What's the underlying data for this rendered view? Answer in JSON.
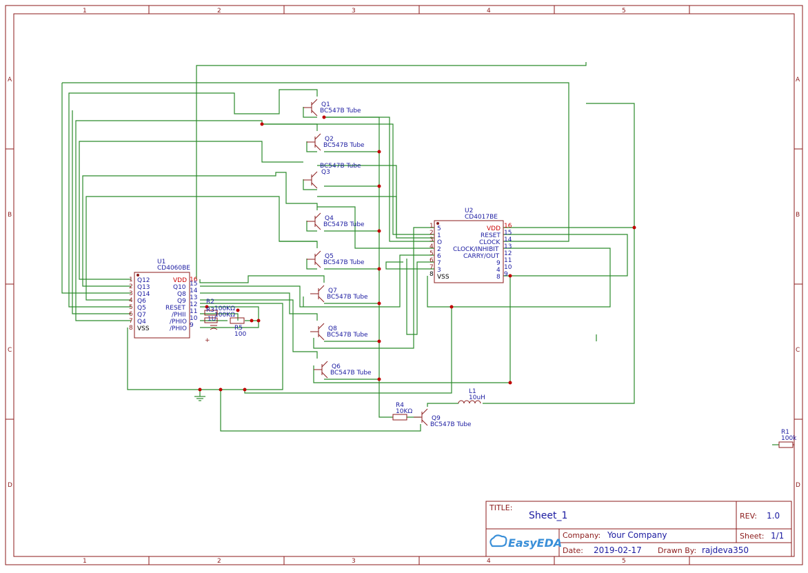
{
  "frame": {
    "columns": [
      "1",
      "2",
      "3",
      "4",
      "5"
    ],
    "rows": [
      "A",
      "B",
      "C",
      "D"
    ]
  },
  "title_block": {
    "title_label": "TITLE:",
    "title": "Sheet_1",
    "rev_label": "REV:",
    "rev": "1.0",
    "company_label": "Company:",
    "company": "Your Company",
    "sheet_label": "Sheet:",
    "sheet": "1/1",
    "date_label": "Date:",
    "date": "2019-02-17",
    "drawn_label": "Drawn By:",
    "drawn_by": "rajdeva350",
    "logo": "EasyEDA"
  },
  "u1": {
    "ref": "U1",
    "part": "CD4060BE",
    "left_pins": [
      {
        "num": "1",
        "name": "Q12"
      },
      {
        "num": "2",
        "name": "Q13"
      },
      {
        "num": "3",
        "name": "Q14"
      },
      {
        "num": "4",
        "name": "Q6"
      },
      {
        "num": "5",
        "name": "Q5"
      },
      {
        "num": "6",
        "name": "Q7"
      },
      {
        "num": "7",
        "name": "Q4"
      },
      {
        "num": "8",
        "name": "VSS"
      }
    ],
    "right_pins": [
      {
        "num": "16",
        "name": "VDD"
      },
      {
        "num": "15",
        "name": "Q10"
      },
      {
        "num": "14",
        "name": "Q8"
      },
      {
        "num": "13",
        "name": "Q9"
      },
      {
        "num": "12",
        "name": "RESET"
      },
      {
        "num": "11",
        "name": "/PHII"
      },
      {
        "num": "10",
        "name": "/PHIO"
      },
      {
        "num": "9",
        "name": "/PHIO"
      }
    ]
  },
  "u2": {
    "ref": "U2",
    "part": "CD4017BE",
    "left_pins": [
      {
        "num": "1",
        "name": "5"
      },
      {
        "num": "2",
        "name": "1"
      },
      {
        "num": "3",
        "name": "O"
      },
      {
        "num": "4",
        "name": "2"
      },
      {
        "num": "5",
        "name": "6"
      },
      {
        "num": "6",
        "name": "7"
      },
      {
        "num": "7",
        "name": "3"
      },
      {
        "num": "8",
        "name": "VSS"
      }
    ],
    "right_pins": [
      {
        "num": "16",
        "name": "VDD"
      },
      {
        "num": "15",
        "name": "RESET"
      },
      {
        "num": "14",
        "name": "CLOCK"
      },
      {
        "num": "13",
        "name": "CLOCK/INHIBIT"
      },
      {
        "num": "12",
        "name": "CARRY/OUT"
      },
      {
        "num": "11",
        "name": "9"
      },
      {
        "num": "10",
        "name": "4"
      },
      {
        "num": "9",
        "name": "8"
      }
    ]
  },
  "transistors": [
    {
      "ref": "Q1",
      "value": "BC547B Tube"
    },
    {
      "ref": "Q2",
      "value": "BC547B Tube"
    },
    {
      "ref": "Q3",
      "value": "BC547B Tube"
    },
    {
      "ref": "Q4",
      "value": "BC547B Tube"
    },
    {
      "ref": "Q5",
      "value": "BC547B Tube"
    },
    {
      "ref": "Q7",
      "value": "BC547B Tube"
    },
    {
      "ref": "Q8",
      "value": "BC547B Tube"
    },
    {
      "ref": "Q6",
      "value": "BC547B Tube"
    },
    {
      "ref": "Q9",
      "value": "BC547B Tube"
    }
  ],
  "passives": {
    "r1": {
      "ref": "R1",
      "value": "100k"
    },
    "r2": {
      "ref": "R2",
      "value": "100KΩ"
    },
    "r3": {
      "ref": "R3",
      "value": "100KΩ"
    },
    "r4": {
      "ref": "R4",
      "value": "10KΩ"
    },
    "r5": {
      "ref": "R5",
      "value": "100"
    },
    "c1": {
      "ref": "1U"
    },
    "l1": {
      "ref": "L1",
      "value": "10uH"
    }
  }
}
